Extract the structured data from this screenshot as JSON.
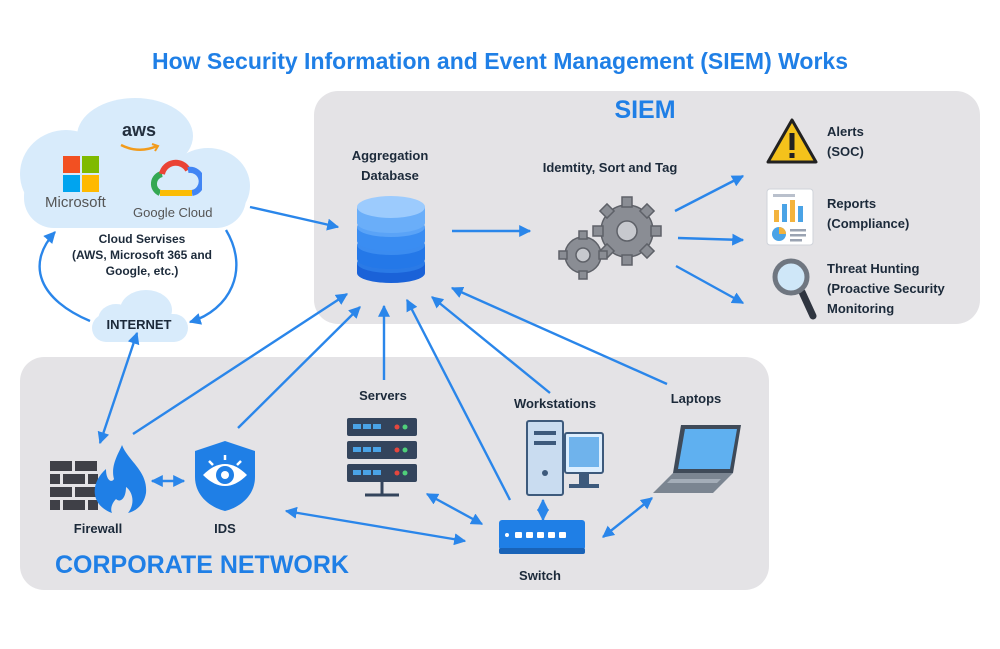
{
  "title": "How Security Information and Event Management (SIEM) Works",
  "colors": {
    "accent": "#1f7fe6",
    "arrow": "#2a86ea",
    "panel": "#e4e3e6",
    "cloud": "#d8ebfb",
    "text": "#1c2a3a",
    "warning": "#f4c21b"
  },
  "siem": {
    "heading": "SIEM",
    "aggregation": [
      "Aggregation",
      "Database"
    ],
    "process": "Idemtity, Sort and Tag",
    "outputs": {
      "alerts": [
        "Alerts",
        "(SOC)"
      ],
      "reports": [
        "Reports",
        "(Compliance)"
      ],
      "threat": [
        "Threat Hunting",
        "(Proactive Security",
        "Monitoring"
      ]
    }
  },
  "cloud": {
    "aws": "aws",
    "microsoft": "Microsoft",
    "google": "Google Cloud",
    "caption": [
      "Cloud Servises",
      "(AWS, Microsoft 365 and",
      "Google, etc.)"
    ],
    "internet": "INTERNET"
  },
  "network": {
    "heading": "CORPORATE NETWORK",
    "firewall": "Firewall",
    "ids": "IDS",
    "servers": "Servers",
    "workstations": "Workstations",
    "laptops": "Laptops",
    "switch": "Switch"
  },
  "icons": {
    "database": "database-icon",
    "gears": "gears-icon",
    "alert": "warning-triangle-icon",
    "report": "report-chart-icon",
    "magnifier": "magnifier-icon",
    "firewall": "firewall-icon",
    "ids": "eye-shield-icon",
    "servers": "server-rack-icon",
    "workstation": "desktop-computer-icon",
    "laptop": "laptop-icon",
    "switch": "network-switch-icon"
  }
}
